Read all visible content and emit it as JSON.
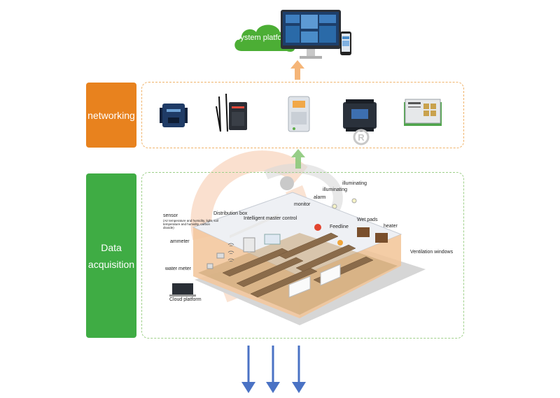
{
  "top": {
    "cloud_label": "System platform"
  },
  "networking": {
    "label": "networking",
    "devices": [
      "serial-server-device",
      "4g-router-device",
      "din-rail-gateway-device",
      "io-controller-device",
      "gsm-module-device"
    ]
  },
  "acquisition": {
    "label_line1": "Data",
    "label_line2": "acquisition",
    "labels": {
      "sensor": "sensor",
      "sensor_detail": "(Air temperature and humidity, light, soil temperature and humidity, carbon dioxide)",
      "distribution_box": "Distribution box",
      "intelligent_master_control": "Intelligent master control",
      "monitor": "monitor",
      "alarm": "alarm",
      "illuminating_1": "illuminating",
      "illuminating_2": "illuminating",
      "ammeter": "ammeter",
      "water_meter": "water meter",
      "cloud_platform": "Cloud platform",
      "feedline": "Feedline",
      "wet_pads": "Wet pads",
      "heater": "heater",
      "ventilation_windows": "Ventilation windows"
    }
  },
  "colors": {
    "orange": "#e8821e",
    "green": "#3fac44",
    "blue": "#4a72c4",
    "dash_orange": "#f0b36a",
    "dash_green": "#9fd08a"
  }
}
